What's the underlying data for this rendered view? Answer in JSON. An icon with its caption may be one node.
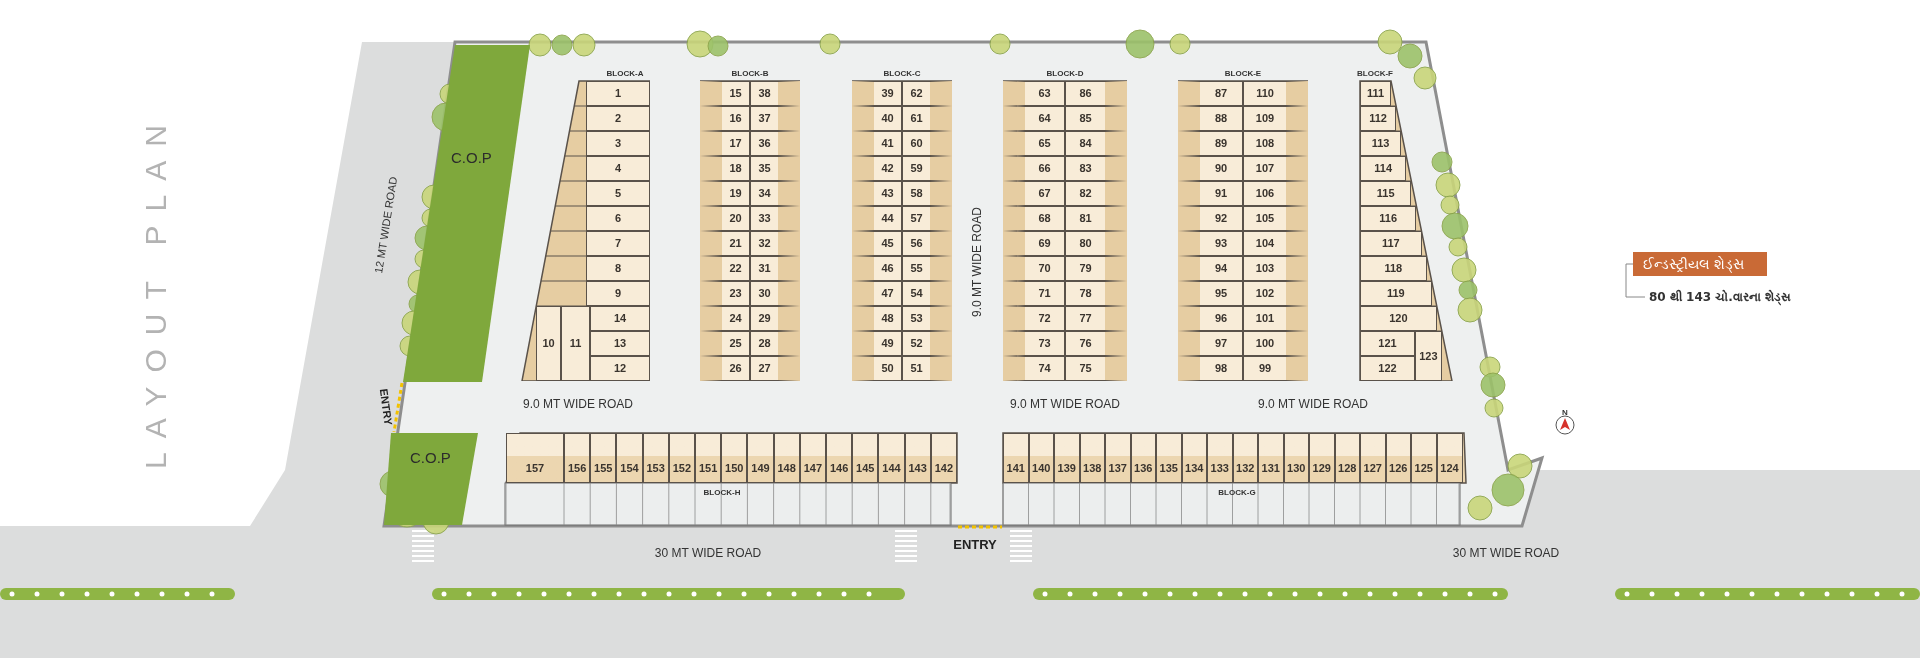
{
  "diagram": {
    "nodes": [
      {
        "text": [
          "C.O.P"
        ]
      },
      {
        "text": [
          "BLOCK-A"
        ]
      },
      {
        "text": [
          "1"
        ],
        "in": 1
      },
      {
        "text": [
          "2"
        ],
        "in": 1
      },
      {
        "text": [
          "3"
        ],
        "in": 1
      },
      {
        "text": [
          "4"
        ],
        "in": 1
      },
      {
        "text": [
          "5"
        ],
        "in": 1
      },
      {
        "text": [
          "6"
        ],
        "in": 1
      },
      {
        "text": [
          "7"
        ],
        "in": 1
      },
      {
        "text": [
          "8"
        ],
        "in": 1
      },
      {
        "text": [
          "9"
        ],
        "in": 1
      },
      {
        "text": [
          "14"
        ],
        "in": 1
      },
      {
        "text": [
          "10"
        ],
        "in": 1
      },
      {
        "text": [
          "11"
        ],
        "in": 1
      },
      {
        "text": [
          "13"
        ],
        "in": 1
      },
      {
        "text": [
          "12"
        ],
        "in": 1
      },
      {
        "text": [
          "BLOCK-B"
        ]
      },
      {
        "text": [
          "15"
        ],
        "in": 16
      },
      {
        "text": [
          "38"
        ],
        "in": 16
      },
      {
        "text": [
          "16"
        ],
        "in": 16
      },
      {
        "text": [
          "37"
        ],
        "in": 16
      },
      {
        "text": [
          "17"
        ],
        "in": 16
      },
      {
        "text": [
          "36"
        ],
        "in": 16
      },
      {
        "text": [
          "18"
        ],
        "in": 16
      },
      {
        "text": [
          "35"
        ],
        "in": 16
      },
      {
        "text": [
          "19"
        ],
        "in": 16
      },
      {
        "text": [
          "34"
        ],
        "in": 16
      },
      {
        "text": [
          "20"
        ],
        "in": 16
      },
      {
        "text": [
          "33"
        ],
        "in": 16
      },
      {
        "text": [
          "21"
        ],
        "in": 16
      },
      {
        "text": [
          "32"
        ],
        "in": 16
      },
      {
        "text": [
          "22"
        ],
        "in": 16
      },
      {
        "text": [
          "31"
        ],
        "in": 16
      },
      {
        "text": [
          "23"
        ],
        "in": 16
      },
      {
        "text": [
          "30"
        ],
        "in": 16
      },
      {
        "text": [
          "24"
        ],
        "in": 16
      },
      {
        "text": [
          "29"
        ],
        "in": 16
      },
      {
        "text": [
          "25"
        ],
        "in": 16
      },
      {
        "text": [
          "28"
        ],
        "in": 16
      },
      {
        "text": [
          "26"
        ],
        "in": 16
      },
      {
        "text": [
          "27"
        ],
        "in": 16
      },
      {
        "text": [
          "BLOCK-C"
        ]
      },
      {
        "text": [
          "39"
        ],
        "in": 41
      },
      {
        "text": [
          "62"
        ],
        "in": 41
      },
      {
        "text": [
          "40"
        ],
        "in": 41
      },
      {
        "text": [
          "61"
        ],
        "in": 41
      },
      {
        "text": [
          "41"
        ],
        "in": 41
      },
      {
        "text": [
          "60"
        ],
        "in": 41
      },
      {
        "text": [
          "42"
        ],
        "in": 41
      },
      {
        "text": [
          "59"
        ],
        "in": 41
      },
      {
        "text": [
          "43"
        ],
        "in": 41
      },
      {
        "text": [
          "58"
        ],
        "in": 41
      },
      {
        "text": [
          "44"
        ],
        "in": 41
      },
      {
        "text": [
          "57"
        ],
        "in": 41
      },
      {
        "text": [
          "45"
        ],
        "in": 41
      },
      {
        "text": [
          "56"
        ],
        "in": 41
      },
      {
        "text": [
          "46"
        ],
        "in": 41
      },
      {
        "text": [
          "55"
        ],
        "in": 41
      },
      {
        "text": [
          "47"
        ],
        "in": 41
      },
      {
        "text": [
          "54"
        ],
        "in": 41
      },
      {
        "text": [
          "48"
        ],
        "in": 41
      },
      {
        "text": [
          "53"
        ],
        "in": 41
      },
      {
        "text": [
          "49"
        ],
        "in": 41
      },
      {
        "text": [
          "52"
        ],
        "in": 41
      },
      {
        "text": [
          "50"
        ],
        "in": 41
      },
      {
        "text": [
          "51"
        ],
        "in": 41
      },
      {
        "text": [
          "BLOCK-D"
        ]
      },
      {
        "text": [
          "63"
        ],
        "in": 66
      },
      {
        "text": [
          "86"
        ],
        "in": 66
      },
      {
        "text": [
          "64"
        ],
        "in": 66
      },
      {
        "text": [
          "85"
        ],
        "in": 66
      },
      {
        "text": [
          "65"
        ],
        "in": 66
      },
      {
        "text": [
          "84"
        ],
        "in": 66
      },
      {
        "text": [
          "66"
        ],
        "in": 66
      },
      {
        "text": [
          "83"
        ],
        "in": 66
      },
      {
        "text": [
          "67"
        ],
        "in": 66
      },
      {
        "text": [
          "82"
        ],
        "in": 66
      },
      {
        "text": [
          "68"
        ],
        "in": 66
      },
      {
        "text": [
          "81"
        ],
        "in": 66
      },
      {
        "text": [
          "69"
        ],
        "in": 66
      },
      {
        "text": [
          "80"
        ],
        "in": 66
      },
      {
        "text": [
          "70"
        ],
        "in": 66
      },
      {
        "text": [
          "79"
        ],
        "in": 66
      },
      {
        "text": [
          "71"
        ],
        "in": 66
      },
      {
        "text": [
          "78"
        ],
        "in": 66
      },
      {
        "text": [
          "72"
        ],
        "in": 66
      },
      {
        "text": [
          "77"
        ],
        "in": 66
      },
      {
        "text": [
          "73"
        ],
        "in": 66
      },
      {
        "text": [
          "76"
        ],
        "in": 66
      },
      {
        "text": [
          "74"
        ],
        "in": 66
      },
      {
        "text": [
          "75"
        ],
        "in": 66
      },
      {
        "text": [
          "BLOCK-E"
        ]
      },
      {
        "text": [
          "87"
        ],
        "in": 91
      },
      {
        "text": [
          "110"
        ],
        "in": 91
      },
      {
        "text": [
          "88"
        ],
        "in": 91
      },
      {
        "text": [
          "109"
        ],
        "in": 91
      },
      {
        "text": [
          "89"
        ],
        "in": 91
      },
      {
        "text": [
          "108"
        ],
        "in": 91
      },
      {
        "text": [
          "90"
        ],
        "in": 91
      },
      {
        "text": [
          "107"
        ],
        "in": 91
      },
      {
        "text": [
          "91"
        ],
        "in": 91
      },
      {
        "text": [
          "106"
        ],
        "in": 91
      },
      {
        "text": [
          "92"
        ],
        "in": 91
      },
      {
        "text": [
          "105"
        ],
        "in": 91
      },
      {
        "text": [
          "93"
        ],
        "in": 91
      },
      {
        "text": [
          "104"
        ],
        "in": 91
      },
      {
        "text": [
          "94"
        ],
        "in": 91
      },
      {
        "text": [
          "103"
        ],
        "in": 91
      },
      {
        "text": [
          "95"
        ],
        "in": 91
      },
      {
        "text": [
          "102"
        ],
        "in": 91
      },
      {
        "text": [
          "96"
        ],
        "in": 91
      },
      {
        "text": [
          "101"
        ],
        "in": 91
      },
      {
        "text": [
          "97"
        ],
        "in": 91
      },
      {
        "text": [
          "100"
        ],
        "in": 91
      },
      {
        "text": [
          "98"
        ],
        "in": 91
      },
      {
        "text": [
          "99"
        ],
        "in": 91
      },
      {
        "text": [
          "BLOCK-F"
        ]
      },
      {
        "text": [
          "111"
        ],
        "in": 116
      },
      {
        "text": [
          "112"
        ],
        "in": 116
      },
      {
        "text": [
          "113"
        ],
        "in": 116
      },
      {
        "text": [
          "114"
        ],
        "in": 116
      },
      {
        "text": [
          "115"
        ],
        "in": 116
      },
      {
        "text": [
          "116"
        ],
        "in": 116
      },
      {
        "text": [
          "117"
        ],
        "in": 116
      },
      {
        "text": [
          "118"
        ],
        "in": 116
      },
      {
        "text": [
          "119"
        ],
        "in": 116
      },
      {
        "text": [
          "120"
        ],
        "in": 116
      },
      {
        "text": [
          "121"
        ],
        "in": 116
      },
      {
        "text": [
          "123"
        ],
        "in": 116
      },
      {
        "text": [
          "122"
        ],
        "in": 116
      },
      {
        "text": [
          "C.O.P"
        ]
      },
      {
        "text": [
          "BLOCK-H"
        ]
      },
      {
        "text": [
          "157"
        ],
        "in": 131
      },
      {
        "text": [
          "156"
        ],
        "in": 131
      },
      {
        "text": [
          "155"
        ],
        "in": 131
      },
      {
        "text": [
          "154"
        ],
        "in": 131
      },
      {
        "text": [
          "153"
        ],
        "in": 131
      },
      {
        "text": [
          "152"
        ],
        "in": 131
      },
      {
        "text": [
          "151"
        ],
        "in": 131
      },
      {
        "text": [
          "150"
        ],
        "in": 131
      },
      {
        "text": [
          "149"
        ],
        "in": 131
      },
      {
        "text": [
          "148"
        ],
        "in": 131
      },
      {
        "text": [
          "147"
        ],
        "in": 131
      },
      {
        "text": [
          "146"
        ],
        "in": 131
      },
      {
        "text": [
          "145"
        ],
        "in": 131
      },
      {
        "text": [
          "144"
        ],
        "in": 131
      },
      {
        "text": [
          "143"
        ],
        "in": 131
      },
      {
        "text": [
          "142"
        ],
        "in": 131
      },
      {
        "text": [
          "BLOCK-G"
        ]
      },
      {
        "text": [
          "141"
        ],
        "in": 148
      },
      {
        "text": [
          "140"
        ],
        "in": 148
      },
      {
        "text": [
          "139"
        ],
        "in": 148
      },
      {
        "text": [
          "138"
        ],
        "in": 148
      },
      {
        "text": [
          "137"
        ],
        "in": 148
      },
      {
        "text": [
          "136"
        ],
        "in": 148
      },
      {
        "text": [
          "135"
        ],
        "in": 148
      },
      {
        "text": [
          "134"
        ],
        "in": 148
      },
      {
        "text": [
          "133"
        ],
        "in": 148
      },
      {
        "text": [
          "132"
        ],
        "in": 148
      },
      {
        "text": [
          "131"
        ],
        "in": 148
      },
      {
        "text": [
          "130"
        ],
        "in": 148
      },
      {
        "text": [
          "129"
        ],
        "in": 148
      },
      {
        "text": [
          "128"
        ],
        "in": 148
      },
      {
        "text": [
          "127"
        ],
        "in": 148
      },
      {
        "text": [
          "126"
        ],
        "in": 148
      },
      {
        "text": [
          "125"
        ],
        "in": 148
      },
      {
        "text": [
          "124"
        ],
        "in": 148
      },
      {
        "text": [
          "ઈન્ડસ્ટ્રીયલ શેડ્સ"
        ]
      }
    ],
    "labels": [
      "LAYOUT PLAN",
      "12 MT WIDE ROAD",
      "ENTRY",
      "9.0 MT WIDE ROAD",
      "9.0 MT WIDE ROAD",
      "9.0 MT WIDE ROAD",
      "9.0 MT WIDE ROAD",
      "ENTRY",
      "30 MT WIDE ROAD",
      "30 MT WIDE ROAD",
      "80 થી 143 ચો.વારના શેડ્સ",
      "N"
    ]
  }
}
